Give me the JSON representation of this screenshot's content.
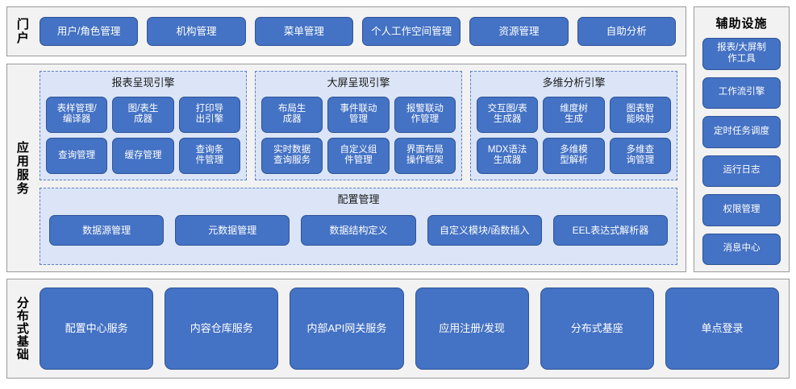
{
  "colors": {
    "node_fill": "#4472c4",
    "node_border": "#2f5496",
    "panel_fill": "#dbe5f7",
    "panel_border": "#5b7fc4",
    "section_fill": "#f2f2f2",
    "section_border": "#9a9a9a",
    "node_text": "#ffffff"
  },
  "portal": {
    "band_label": "门户",
    "items": [
      {
        "label": "用户/角色管理"
      },
      {
        "label": "机构管理"
      },
      {
        "label": "菜单管理"
      },
      {
        "label": "个人工作空间管理"
      },
      {
        "label": "资源管理"
      },
      {
        "label": "自助分析"
      }
    ]
  },
  "application_service": {
    "band_label": "应用服务",
    "engines": [
      {
        "title": "报表呈现引擎",
        "items": [
          {
            "label": "表样管理/\n编译器"
          },
          {
            "label": "图/表生\n成器"
          },
          {
            "label": "打印导\n出引擎"
          },
          {
            "label": "查询管理"
          },
          {
            "label": "缓存管理"
          },
          {
            "label": "查询条\n件管理"
          }
        ]
      },
      {
        "title": "大屏呈现引擎",
        "items": [
          {
            "label": "布局生\n成器"
          },
          {
            "label": "事件联动\n管理"
          },
          {
            "label": "报警联动\n作管理"
          },
          {
            "label": "实时数据\n查询服务"
          },
          {
            "label": "自定义组\n件管理"
          },
          {
            "label": "界面布局\n操作框架"
          }
        ]
      },
      {
        "title": "多维分析引擎",
        "items": [
          {
            "label": "交互图/表\n生成器"
          },
          {
            "label": "维度树\n生成"
          },
          {
            "label": "图表智\n能映射"
          },
          {
            "label": "MDX语法\n生成器"
          },
          {
            "label": "多维模\n型解析"
          },
          {
            "label": "多维查\n询管理"
          }
        ]
      }
    ],
    "config": {
      "title": "配置管理",
      "items": [
        {
          "label": "数据源管理"
        },
        {
          "label": "元数据管理"
        },
        {
          "label": "数据结构定义"
        },
        {
          "label": "自定义模块/函数插入"
        },
        {
          "label": "EEL表达式解析器"
        }
      ]
    }
  },
  "auxiliary": {
    "title": "辅助设施",
    "items": [
      {
        "label": "报表/大屏制\n作工具"
      },
      {
        "label": "工作流引擎"
      },
      {
        "label": "定时任务调度"
      },
      {
        "label": "运行日志"
      },
      {
        "label": "权限管理"
      },
      {
        "label": "消息中心"
      }
    ]
  },
  "distributed": {
    "band_label": "分布式基础",
    "items": [
      {
        "label": "配置中心服务"
      },
      {
        "label": "内容仓库服务"
      },
      {
        "label": "内部API网关服务"
      },
      {
        "label": "应用注册/发现"
      },
      {
        "label": "分布式基座"
      },
      {
        "label": "单点登录"
      }
    ]
  }
}
